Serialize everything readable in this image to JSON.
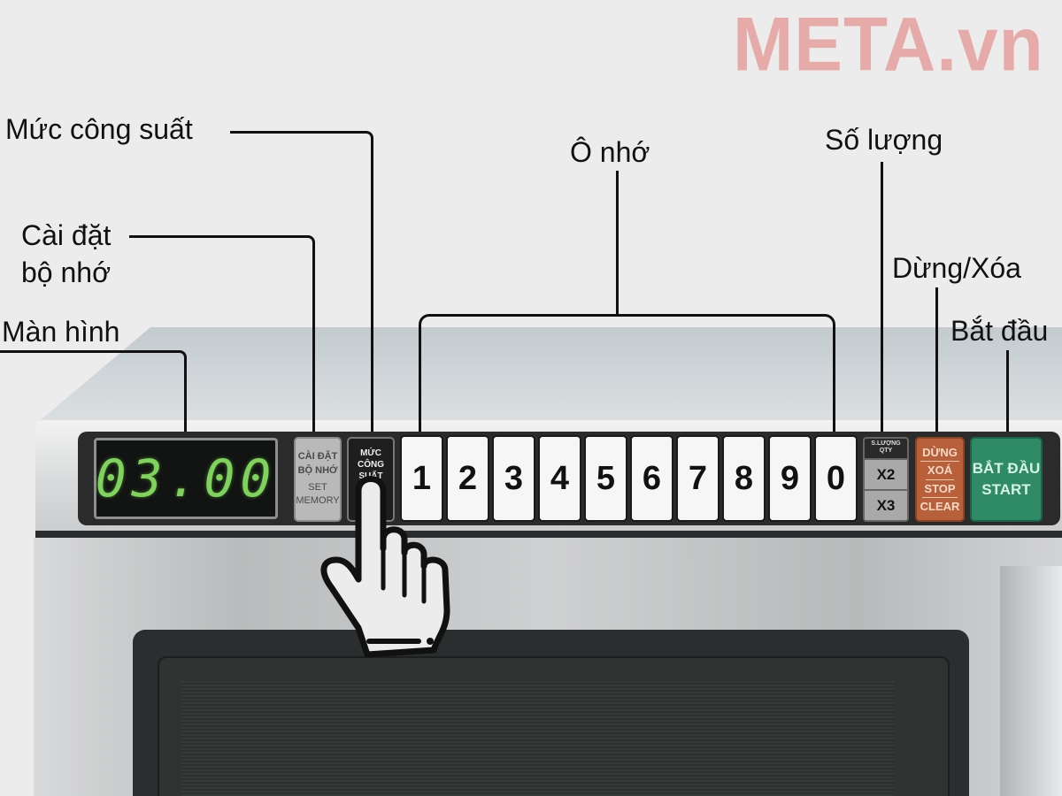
{
  "watermark": "META.vn",
  "callouts": {
    "power_level": "Mức công suất",
    "set_memory_line1": "Cài đặt",
    "set_memory_line2": "bộ nhớ",
    "display": "Màn hình",
    "memory_slots": "Ô nhớ",
    "quantity": "Số lượng",
    "stop_clear": "Dừng/Xóa",
    "start": "Bắt đầu"
  },
  "panel": {
    "display_value": "03.00",
    "display_color": "#7ed35a",
    "set_memory_key": {
      "line1": "CÀI ĐẶT",
      "line2": "BỘ NHỚ",
      "line3": "SET",
      "line4": "MEMORY"
    },
    "power_key": {
      "line1": "MỨC CÔNG",
      "line2": "SUẤT"
    },
    "number_keys": [
      "1",
      "2",
      "3",
      "4",
      "5",
      "6",
      "7",
      "8",
      "9",
      "0"
    ],
    "quantity_key": {
      "header1": "S.LƯỢNG",
      "header2": "QTY",
      "x2": "X2",
      "x3": "X3"
    },
    "stop_key": {
      "line1": "DỪNG",
      "line2": "XOÁ",
      "line3": "STOP",
      "line4": "CLEAR",
      "color": "#b8603a"
    },
    "start_key": {
      "line1": "BẮT ĐẦU",
      "line2": "START",
      "color": "#2e8b66"
    }
  },
  "pointer": {
    "icon": "pointing-hand-icon",
    "target": "power-level-key"
  }
}
